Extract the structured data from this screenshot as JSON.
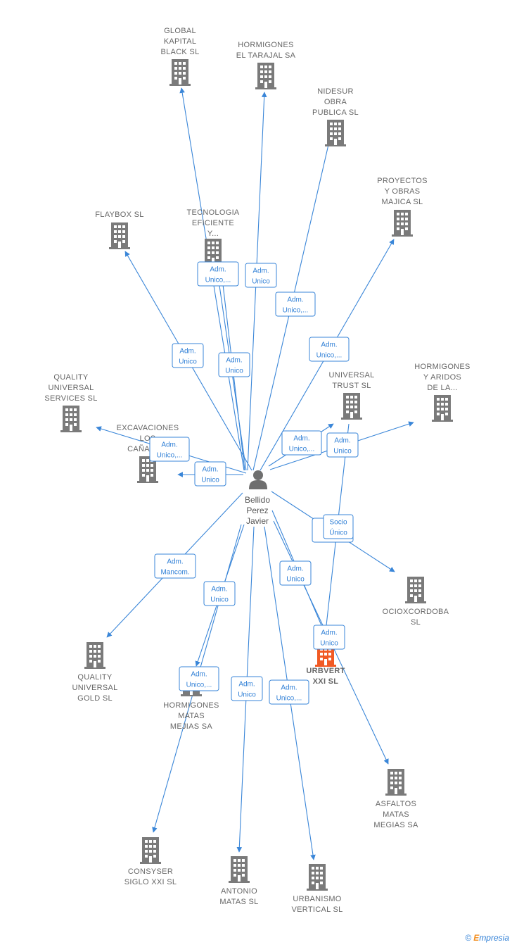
{
  "center": {
    "name_lines": [
      "Bellido",
      "Perez",
      "Javier"
    ],
    "icon": "person-icon"
  },
  "colors": {
    "edge": "#3a86d8",
    "building": "#7a7a7a",
    "building_highlight": "#f15a24",
    "label": "#666666"
  },
  "nodes": [
    {
      "id": "global_kapital",
      "lines": [
        "GLOBAL",
        "KAPITAL",
        "BLACK  SL"
      ]
    },
    {
      "id": "hormigones_tarajal",
      "lines": [
        "HORMIGONES",
        "EL TARAJAL SA"
      ]
    },
    {
      "id": "nidesur",
      "lines": [
        "NIDESUR",
        "OBRA",
        "PUBLICA  SL"
      ]
    },
    {
      "id": "proyectos_majica",
      "lines": [
        "PROYECTOS",
        "Y OBRAS",
        "MAJICA  SL"
      ]
    },
    {
      "id": "flaybox",
      "lines": [
        "FLAYBOX SL"
      ]
    },
    {
      "id": "tecnologia",
      "lines": [
        "TECNOLOGIA",
        "EFICIENTE",
        "Y..."
      ]
    },
    {
      "id": "quality_services",
      "lines": [
        "QUALITY",
        "UNIVERSAL",
        "SERVICES SL"
      ]
    },
    {
      "id": "universal_trust",
      "lines": [
        "UNIVERSAL",
        "TRUST  SL"
      ]
    },
    {
      "id": "hormigones_aridos",
      "lines": [
        "HORMIGONES",
        "Y ARIDOS",
        "DE LA..."
      ]
    },
    {
      "id": "excavaciones",
      "lines": [
        "EXCAVACIONES",
        "LOS",
        "CAÑADA..."
      ]
    },
    {
      "id": "ocioxcordoba",
      "lines": [
        "OCIOXCORDOBA",
        "SL"
      ]
    },
    {
      "id": "quality_gold",
      "lines": [
        "QUALITY",
        "UNIVERSAL",
        "GOLD  SL"
      ]
    },
    {
      "id": "urbvert",
      "lines": [
        "URBVERT",
        "XXI  SL"
      ]
    },
    {
      "id": "hormigones_matas",
      "lines": [
        "HORMIGONES",
        "MATAS",
        "MEJIAS SA"
      ]
    },
    {
      "id": "asfaltos",
      "lines": [
        "ASFALTOS",
        "MATAS",
        "MEGIAS SA"
      ]
    },
    {
      "id": "consyser",
      "lines": [
        "CONSYSER",
        "SIGLO XXI  SL"
      ]
    },
    {
      "id": "antonio_matas",
      "lines": [
        "ANTONIO",
        "MATAS SL"
      ]
    },
    {
      "id": "urbanismo",
      "lines": [
        "URBANISMO",
        "VERTICAL  SL"
      ]
    }
  ],
  "edge_labels": [
    {
      "lines": [
        "Adm.",
        "Unico,..."
      ]
    },
    {
      "lines": [
        "Adm.",
        "Unico"
      ]
    },
    {
      "lines": [
        "Adm.",
        "Unico,..."
      ]
    },
    {
      "lines": [
        "Adm.",
        "Unico"
      ]
    },
    {
      "lines": [
        "Adm.",
        "Unico"
      ]
    },
    {
      "lines": [
        "Adm.",
        "Unico,..."
      ]
    },
    {
      "lines": [
        "Adm.",
        "Unico,..."
      ]
    },
    {
      "lines": [
        "Adm.",
        "Unico,..."
      ]
    },
    {
      "lines": [
        "Adm.",
        "Unico"
      ]
    },
    {
      "lines": [
        "Adm.",
        "Unico"
      ]
    },
    {
      "lines": [
        "M..."
      ]
    },
    {
      "lines": [
        "Socio",
        "Único"
      ]
    },
    {
      "lines": [
        "Adm.",
        "Mancom."
      ]
    },
    {
      "lines": [
        "Adm.",
        "Unico"
      ]
    },
    {
      "lines": [
        "Adm.",
        "Unico"
      ]
    },
    {
      "lines": [
        "Adm.",
        "Unico"
      ]
    },
    {
      "lines": [
        "Adm.",
        "Unico,..."
      ]
    },
    {
      "lines": [
        "Adm.",
        "Unico"
      ]
    },
    {
      "lines": [
        "Adm.",
        "Unico,..."
      ]
    }
  ],
  "footer": {
    "copyright": "©",
    "brand_first": "E",
    "brand_rest": "mpresia"
  }
}
